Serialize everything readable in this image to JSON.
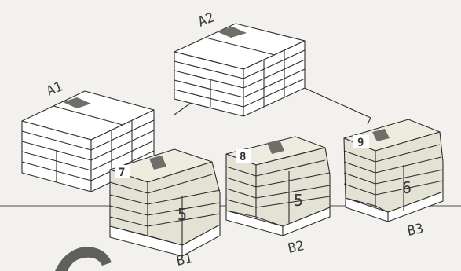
{
  "buildings": [
    {
      "id": "A1",
      "label": "A1"
    },
    {
      "id": "A2",
      "label": "A2"
    },
    {
      "id": "B1",
      "label": "B1",
      "tag": "7",
      "floors": "5"
    },
    {
      "id": "B2",
      "label": "B2",
      "tag": "8",
      "floors": "5"
    },
    {
      "id": "B3",
      "label": "B3",
      "tag": "9",
      "floors": "6"
    }
  ],
  "colors": {
    "background": "#f2f1ee",
    "white_block": "#ffffff",
    "beige_block": "#e4e2d4",
    "beige_top": "#edecdf",
    "core": "#6f6f6a",
    "ground_line": "#6f6f6f"
  }
}
